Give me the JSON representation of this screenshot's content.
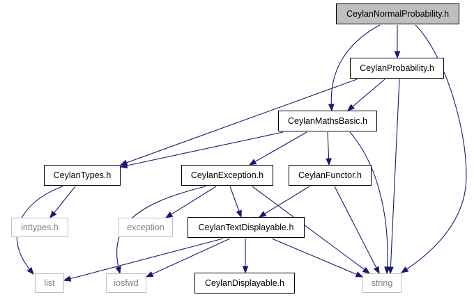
{
  "graph": {
    "edge_color": "#191970",
    "nodes": [
      {
        "id": "n_root",
        "label": "CeylanNormalProbability.h",
        "kind": "root",
        "link": false
      },
      {
        "id": "n_prob",
        "label": "CeylanProbability.h",
        "kind": "header",
        "link": true
      },
      {
        "id": "n_maths",
        "label": "CeylanMathsBasic.h",
        "kind": "header",
        "link": true
      },
      {
        "id": "n_types",
        "label": "CeylanTypes.h",
        "kind": "header",
        "link": true
      },
      {
        "id": "n_exc",
        "label": "CeylanException.h",
        "kind": "header",
        "link": true
      },
      {
        "id": "n_func",
        "label": "CeylanFunctor.h",
        "kind": "header",
        "link": true
      },
      {
        "id": "n_inttypes",
        "label": "inttypes.h",
        "kind": "system",
        "link": false
      },
      {
        "id": "n_exception",
        "label": "exception",
        "kind": "system",
        "link": false
      },
      {
        "id": "n_textdisp",
        "label": "CeylanTextDisplayable.h",
        "kind": "header",
        "link": true
      },
      {
        "id": "n_list",
        "label": "list",
        "kind": "system",
        "link": false
      },
      {
        "id": "n_iosfwd",
        "label": "iosfwd",
        "kind": "system",
        "link": false
      },
      {
        "id": "n_disp",
        "label": "CeylanDisplayable.h",
        "kind": "header",
        "link": true
      },
      {
        "id": "n_string",
        "label": "string",
        "kind": "system",
        "link": false
      }
    ],
    "edges": [
      {
        "from": "CeylanNormalProbability.h",
        "to": "CeylanProbability.h"
      },
      {
        "from": "CeylanNormalProbability.h",
        "to": "CeylanMathsBasic.h"
      },
      {
        "from": "CeylanNormalProbability.h",
        "to": "string"
      },
      {
        "from": "CeylanProbability.h",
        "to": "CeylanMathsBasic.h"
      },
      {
        "from": "CeylanProbability.h",
        "to": "CeylanTypes.h"
      },
      {
        "from": "CeylanProbability.h",
        "to": "string"
      },
      {
        "from": "CeylanMathsBasic.h",
        "to": "CeylanTypes.h"
      },
      {
        "from": "CeylanMathsBasic.h",
        "to": "CeylanException.h"
      },
      {
        "from": "CeylanMathsBasic.h",
        "to": "CeylanFunctor.h"
      },
      {
        "from": "CeylanMathsBasic.h",
        "to": "string"
      },
      {
        "from": "CeylanTypes.h",
        "to": "inttypes.h"
      },
      {
        "from": "CeylanTypes.h",
        "to": "list"
      },
      {
        "from": "CeylanException.h",
        "to": "exception"
      },
      {
        "from": "CeylanException.h",
        "to": "CeylanTextDisplayable.h"
      },
      {
        "from": "CeylanException.h",
        "to": "iosfwd"
      },
      {
        "from": "CeylanException.h",
        "to": "string"
      },
      {
        "from": "CeylanFunctor.h",
        "to": "CeylanTextDisplayable.h"
      },
      {
        "from": "CeylanFunctor.h",
        "to": "string"
      },
      {
        "from": "CeylanTextDisplayable.h",
        "to": "list"
      },
      {
        "from": "CeylanTextDisplayable.h",
        "to": "iosfwd"
      },
      {
        "from": "CeylanTextDisplayable.h",
        "to": "CeylanDisplayable.h"
      },
      {
        "from": "CeylanTextDisplayable.h",
        "to": "string"
      }
    ]
  }
}
